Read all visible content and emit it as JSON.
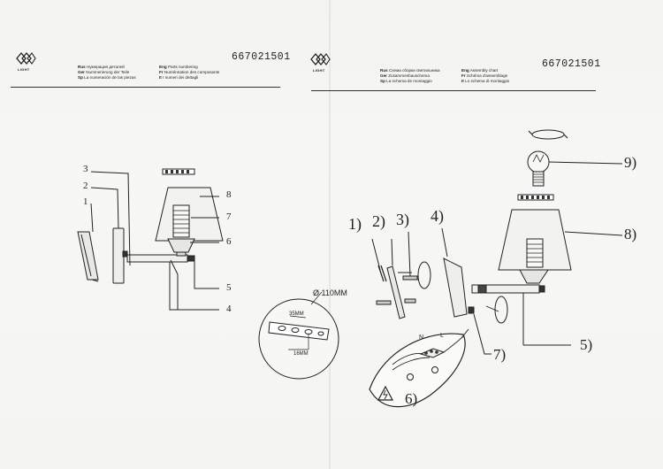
{
  "left_page": {
    "logo_text": "LIGHT",
    "doc_number": "667021501",
    "legend": [
      {
        "code": "Rus",
        "text": "Нумерация деталей"
      },
      {
        "code": "Ger",
        "text": "Nummerierung der Teile"
      },
      {
        "code": "Sp",
        "text": "La numeración de las piezas"
      }
    ],
    "legend_right": [
      {
        "code": "Eng",
        "text": "Parts numbering"
      },
      {
        "code": "Fr",
        "text": "Numérotation des composants"
      },
      {
        "code": "It",
        "text": "I numeri dei dettagli"
      }
    ],
    "part_labels": [
      "1",
      "2",
      "3",
      "4",
      "5",
      "6",
      "7",
      "8"
    ]
  },
  "right_page": {
    "logo_text": "LIGHT",
    "doc_number": "667021501",
    "legend": [
      {
        "code": "Rus",
        "text": "Схема сборки светильника"
      },
      {
        "code": "Ger",
        "text": "Zusammenbauschema"
      },
      {
        "code": "Sp",
        "text": "La schema de montaggio"
      }
    ],
    "legend_right": [
      {
        "code": "Eng",
        "text": "Assembly chart"
      },
      {
        "code": "Fr",
        "text": "Schéma d'assemblage"
      },
      {
        "code": "It",
        "text": "Lo schema di montaggio"
      }
    ],
    "step_labels": [
      "1)",
      "2)",
      "3)",
      "4)",
      "5)",
      "6)",
      "7)",
      "8)",
      "9)"
    ],
    "dimensions": {
      "diameter": "Ø 110MM",
      "slot_width": "35MM",
      "slot_height": "16MM"
    },
    "wiring": {
      "terminal_left": "N",
      "terminal_right": "L"
    }
  },
  "colors": {
    "ink": "#1e1e1e",
    "paper": "#f6f6f4"
  }
}
